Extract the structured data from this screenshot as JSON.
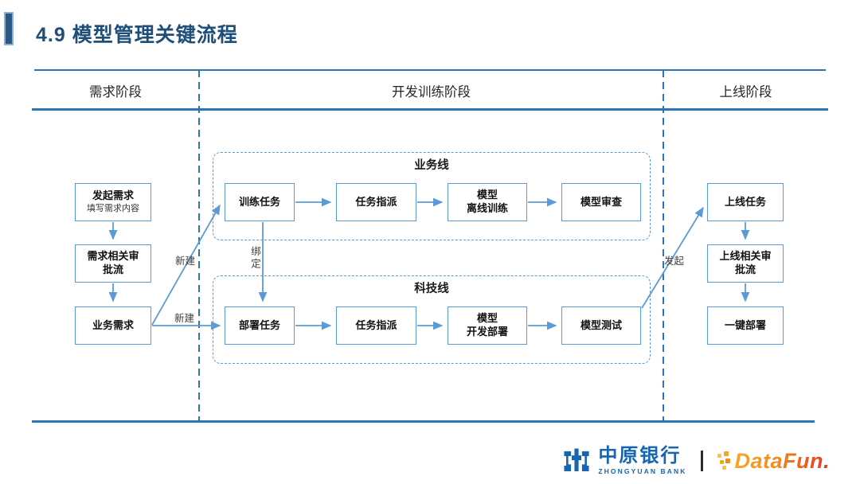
{
  "title": "4.9 模型管理关键流程",
  "phases": {
    "requirement": "需求阶段",
    "development": "开发训练阶段",
    "online": "上线阶段"
  },
  "requirement_stage": {
    "initiate": {
      "l1": "发起需求",
      "sub": "填写需求内容"
    },
    "approval": {
      "l1": "需求相关审",
      "l2": "批流"
    },
    "business_demand": {
      "l1": "业务需求"
    }
  },
  "development_stage": {
    "business_lane": {
      "label": "业务线",
      "steps": [
        {
          "l1": "训练任务",
          "l2": ""
        },
        {
          "l1": "任务指派",
          "l2": ""
        },
        {
          "l1": "模型",
          "l2": "离线训练"
        },
        {
          "l1": "模型审查",
          "l2": ""
        }
      ]
    },
    "tech_lane": {
      "label": "科技线",
      "steps": [
        {
          "l1": "部署任务",
          "l2": ""
        },
        {
          "l1": "任务指派",
          "l2": ""
        },
        {
          "l1": "模型",
          "l2": "开发部署"
        },
        {
          "l1": "模型测试",
          "l2": ""
        }
      ]
    }
  },
  "online_stage": {
    "steps": [
      {
        "l1": "上线任务",
        "l2": ""
      },
      {
        "l1": "上线相关审",
        "l2": "批流"
      },
      {
        "l1": "一键部署",
        "l2": ""
      }
    ]
  },
  "edge_labels": {
    "create_train": "新建",
    "create_deploy": "新建",
    "bind": "绑定",
    "launch": "发起"
  },
  "footer": {
    "bank_name": "中原银行",
    "bank_subtitle": "ZHONGYUAN BANK",
    "partner": "DataFun."
  },
  "icons": {
    "bank_mark": "zhongyuan-bank-gate-icon",
    "datafun_dots": "pixel-dots-icon"
  },
  "colors": {
    "title": "#1f4e79",
    "divider_line": "#2e75b6",
    "connector": "#5b9bd5",
    "bank_blue": "#1765b0",
    "datafun_gradient_start": "#f7a823",
    "datafun_gradient_end": "#e53a1c"
  }
}
